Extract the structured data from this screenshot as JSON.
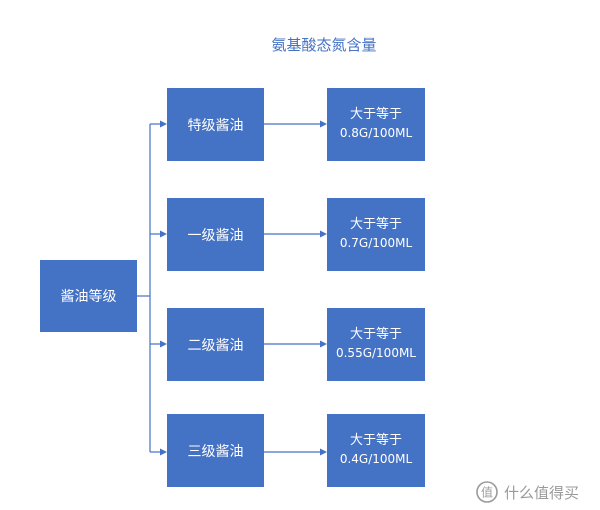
{
  "title": "氨基酸态氮含量",
  "root": {
    "label": "酱油等级"
  },
  "grades": [
    {
      "label": "特级酱油",
      "amount_line1": "大于等于",
      "amount_line2": "0.8G/100ML"
    },
    {
      "label": "一级酱油",
      "amount_line1": "大于等于",
      "amount_line2": "0.7G/100ML"
    },
    {
      "label": "二级酱油",
      "amount_line1": "大于等于",
      "amount_line2": "0.55G/100ML"
    },
    {
      "label": "三级酱油",
      "amount_line1": "大于等于",
      "amount_line2": "0.4G/100ML"
    }
  ],
  "watermark": {
    "text": "什么值得买",
    "icon": "smzdm-logo-icon"
  },
  "colors": {
    "box_fill": "#4472c4",
    "connector": "#4472c4",
    "box_text": "#ffffff",
    "title": "#4472c4",
    "watermark": "#9a9a9a"
  }
}
